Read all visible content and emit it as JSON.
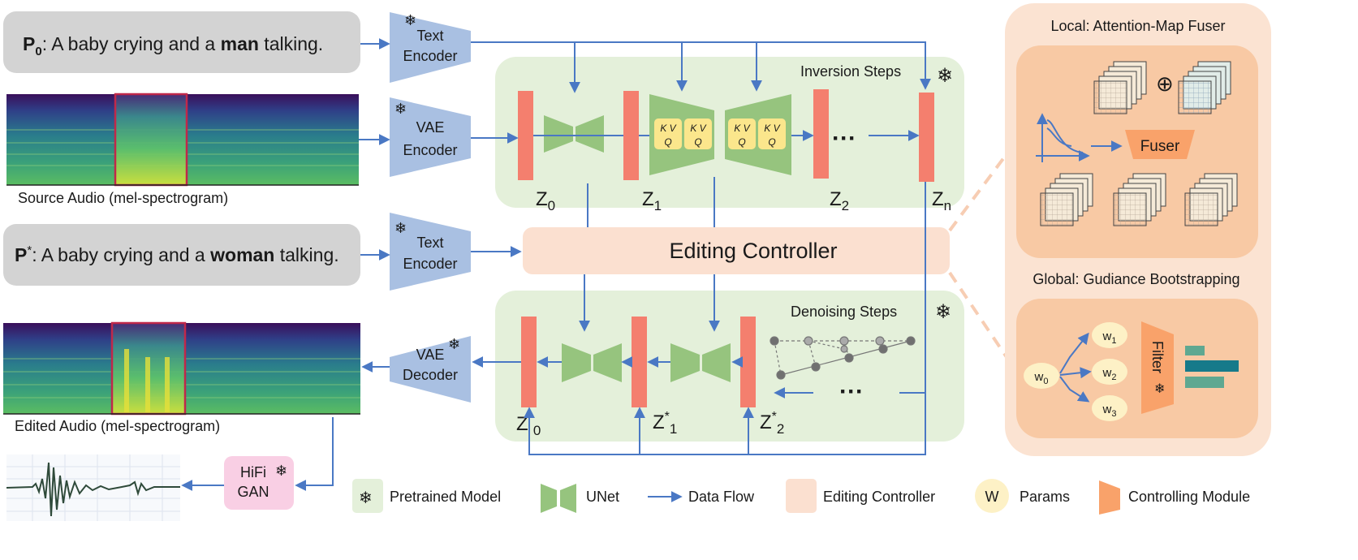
{
  "prompts": {
    "source": {
      "sym": "P",
      "sub": "0",
      "pre": ": A baby crying and a ",
      "bold": "man",
      "post": " talking."
    },
    "target": {
      "sym": "P",
      "sup": "*",
      "pre": ": A baby crying and a ",
      "bold": "woman",
      "post": " talking."
    }
  },
  "audio": {
    "source_caption": "Source Audio (mel-spectrogram)",
    "edited_caption": "Edited Audio (mel-spectrogram)"
  },
  "encoders": {
    "text": [
      "Text",
      "Encoder"
    ],
    "vae_enc": [
      "VAE",
      "Encoder"
    ],
    "vae_dec": [
      "VAE",
      "Decoder"
    ],
    "hifi": [
      "HiFi",
      "GAN"
    ]
  },
  "inversion": {
    "title": "Inversion Steps",
    "latents": [
      {
        "b": "Z",
        "s": "0"
      },
      {
        "b": "Z",
        "s": "1"
      },
      {
        "b": "Z",
        "s": "2"
      },
      {
        "b": "Z",
        "s": "n"
      }
    ],
    "kv": "K V",
    "q": "Q",
    "ellipsis": "···"
  },
  "denoising": {
    "title": "Denoising Steps",
    "latents": [
      {
        "b": "Z",
        "s": "0"
      },
      {
        "b": "Z",
        "s": "1"
      },
      {
        "b": "Z",
        "s": "2"
      }
    ],
    "sup": "*",
    "ellipsis": "···"
  },
  "controller": {
    "label": "Editing Controller"
  },
  "local": {
    "title": "Local: Attention-Map Fuser",
    "plus": "⊕",
    "fuser": "Fuser"
  },
  "global": {
    "title": "Global: Gudiance Bootstrapping",
    "filter": "Filter",
    "params": [
      {
        "b": "w",
        "s": "0"
      },
      {
        "b": "w",
        "s": "1"
      },
      {
        "b": "w",
        "s": "2"
      },
      {
        "b": "w",
        "s": "3"
      }
    ]
  },
  "legend": {
    "pretrained": "Pretrained Model",
    "unet": "UNet",
    "flow": "Data Flow",
    "controller": "Editing Controller",
    "param_symbol": "W",
    "params": "Params",
    "module": "Controlling Module"
  },
  "colors": {
    "flow": "#4a78c4",
    "latent": "#f47f6e",
    "unet": "#96c47e",
    "encoder": "#a9c0e2",
    "inversion_bg": "#e4f0da",
    "controller": "#fbe0d0",
    "right_panel": "#fbe3d2",
    "inner_panel": "#f8c9a4",
    "module": "#f9a26a",
    "param": "#fdf1c6",
    "hifi": "#f9cfe4",
    "prompt_bg": "#d3d3d3"
  }
}
